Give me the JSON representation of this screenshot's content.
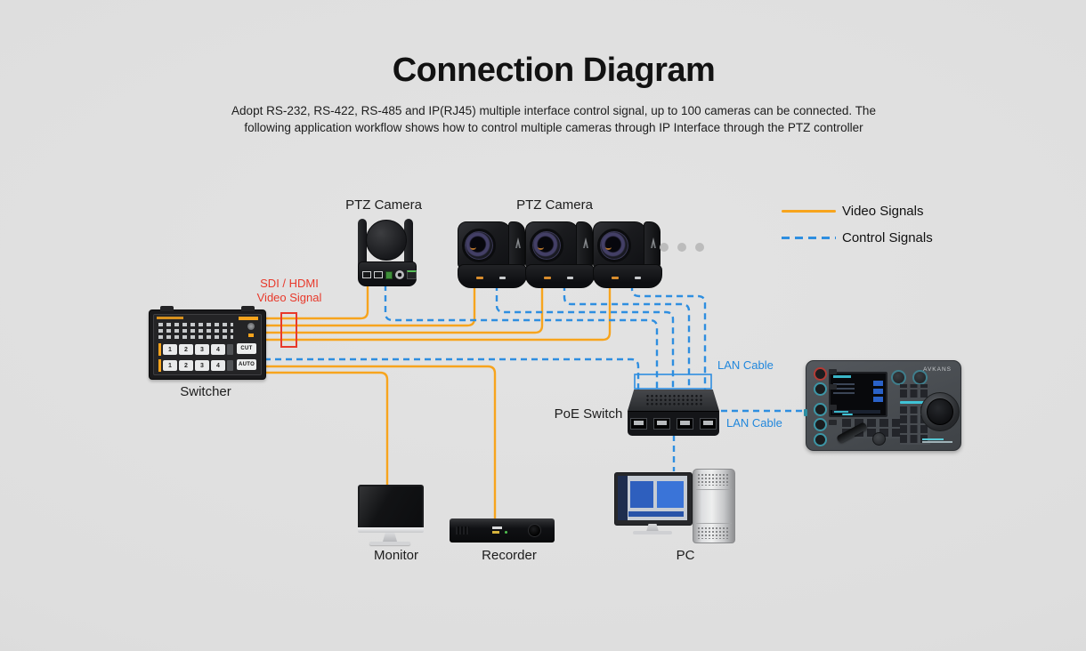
{
  "header": {
    "title": "Connection Diagram",
    "subtitle_line1": "Adopt RS-232, RS-422, RS-485 and IP(RJ45) multiple interface control signal, up to 100 cameras can be connected. The",
    "subtitle_line2": "following application workflow shows how to control multiple cameras through IP Interface through the PTZ controller"
  },
  "legend": {
    "video_label": "Video Signals",
    "control_label": "Control Signals",
    "video_color": "#F7A41D",
    "control_color": "#2E8EE0"
  },
  "annotations": {
    "sdi_line1": "SDI / HDMI",
    "sdi_line2": "Video Signal",
    "sdi_color": "#E8392B",
    "lan_cable_top": "LAN Cable",
    "lan_cable_right": "LAN Cable",
    "lan_color": "#2187DC"
  },
  "devices": {
    "ptz_camera_left_label": "PTZ Camera",
    "ptz_camera_right_label": "PTZ Camera",
    "switcher": {
      "label": "Switcher",
      "cut_button": "CUT",
      "auto_button": "AUTO",
      "row1_buttons": [
        "1",
        "2",
        "3",
        "4"
      ],
      "row2_buttons": [
        "1",
        "2",
        "3",
        "4"
      ]
    },
    "poe_switch": {
      "label": "PoE Switch"
    },
    "controller": {
      "brand": "AVKANS"
    },
    "monitor": {
      "label": "Monitor"
    },
    "recorder": {
      "label": "Recorder"
    },
    "pc": {
      "label": "PC"
    }
  }
}
